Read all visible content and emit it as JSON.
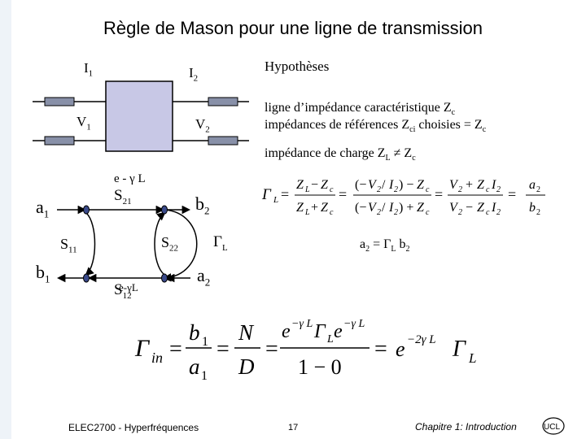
{
  "slide": {
    "title": "Règle de Mason pour une ligne de transmission"
  },
  "circuit": {
    "i1": "I",
    "i1_sub": "1",
    "i2": "I",
    "i2_sub": "2",
    "v1": "V",
    "v1_sub": "1",
    "v2": "V",
    "v2_sub": "2"
  },
  "hypotheses": {
    "heading": "Hypothèses",
    "line1": "ligne d’impédance caractéristique Z",
    "line1_sub": "c",
    "line2a": "impédances de références Z",
    "line2_sub": "ci",
    "line2b": " choisies = Z",
    "line2_sub2": "c",
    "line3a": "impédance de charge Z",
    "line3_sub": "L",
    "line3b": " ≠ Z",
    "line3_sub2": "c"
  },
  "flow_graph": {
    "a1": "a",
    "a1_sub": "1",
    "b1": "b",
    "b1_sub": "1",
    "b2": "b",
    "b2_sub": "2",
    "a2": "a",
    "a2_sub": "2",
    "s21": "S",
    "s21_sub": "21",
    "s12": "S",
    "s12_sub": "12",
    "s11": "S",
    "s11_sub": "11",
    "s22": "S",
    "s22_sub": "22",
    "gamma_l": "Γ",
    "gamma_l_sub": "L",
    "exp_top": "e - γ L",
    "exp_bottom": "e-γL"
  },
  "equations": {
    "a2_relation": "a",
    "a2_relation_sub": "2",
    "a2_relation_rest": " = Γ",
    "a2_relation_sub2": "L",
    "a2_relation_end": " b",
    "a2_relation_sub3": "2"
  },
  "footer": {
    "course": "ELEC2700 - Hyperfréquences",
    "page": "17",
    "chapter": "Chapitre 1: Introduction",
    "logo": "UCL"
  }
}
